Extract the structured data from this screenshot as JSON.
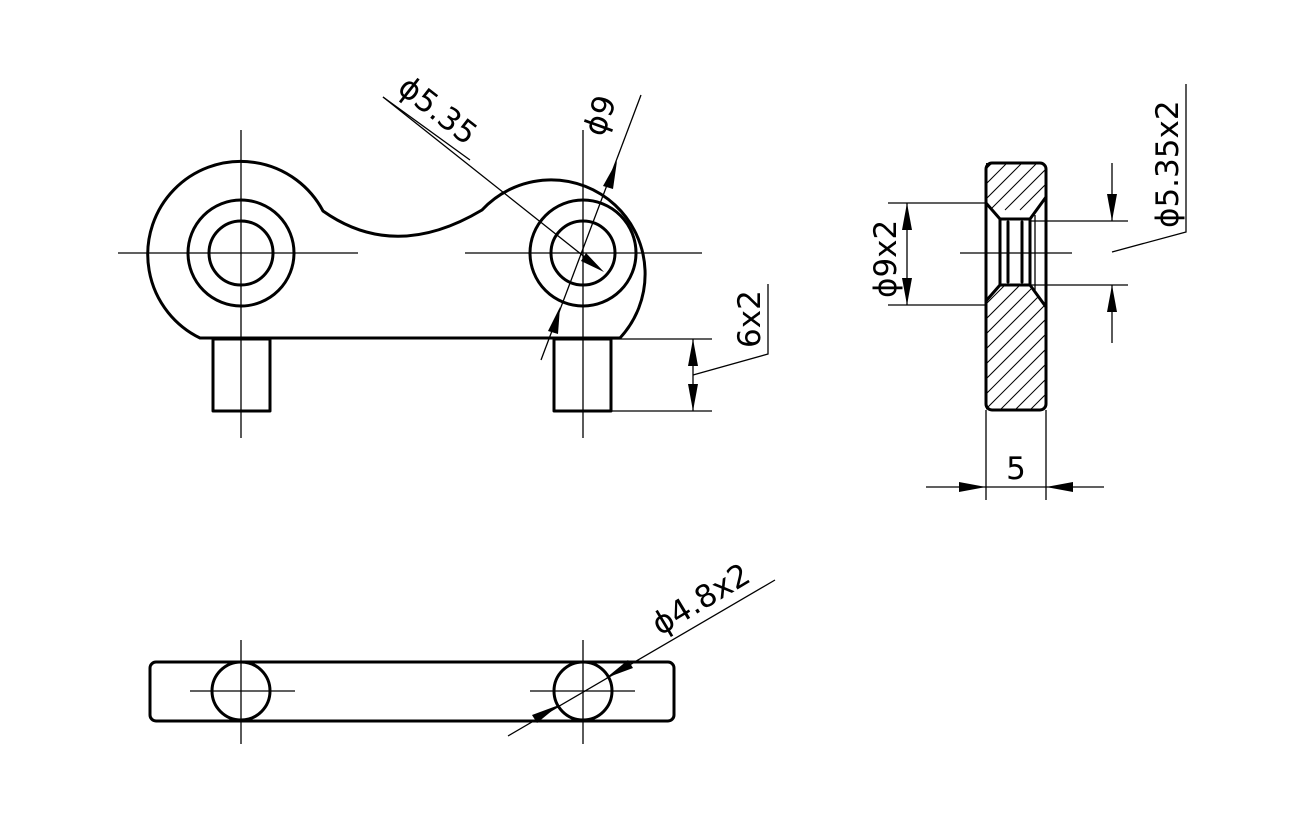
{
  "drawing": {
    "line_color": "#000000",
    "background": "#ffffff"
  },
  "front_view": {
    "dim_hole_small": "ϕ5.35",
    "dim_hole_large": "ϕ9",
    "dim_pin_height": "6x2"
  },
  "side_view": {
    "dim_counterbore": "ϕ9x2",
    "dim_hole": "ϕ5.35x2",
    "dim_thickness": "5"
  },
  "bottom_view": {
    "dim_pin_diameter": "ϕ4.8x2"
  }
}
